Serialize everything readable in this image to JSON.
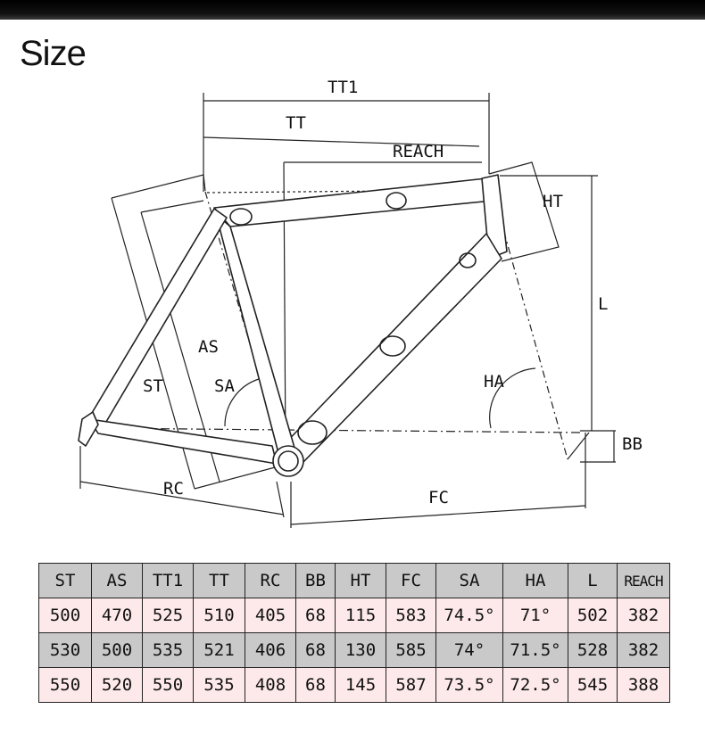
{
  "heading": "Size",
  "diagram_labels": {
    "tt1": "TT1",
    "tt": "TT",
    "reach": "REACH",
    "ht": "HT",
    "l": "L",
    "as": "AS",
    "st": "ST",
    "sa": "SA",
    "ha": "HA",
    "bb": "BB",
    "rc": "RC",
    "fc": "FC"
  },
  "table": {
    "headers": [
      "ST",
      "AS",
      "TT1",
      "TT",
      "RC",
      "BB",
      "HT",
      "FC",
      "SA",
      "HA",
      "L",
      "REACH"
    ],
    "rows": [
      [
        "500",
        "470",
        "525",
        "510",
        "405",
        "68",
        "115",
        "583",
        "74.5°",
        "71°",
        "502",
        "382"
      ],
      [
        "530",
        "500",
        "535",
        "521",
        "406",
        "68",
        "130",
        "585",
        "74°",
        "71.5°",
        "528",
        "382"
      ],
      [
        "550",
        "520",
        "550",
        "535",
        "408",
        "68",
        "145",
        "587",
        "73.5°",
        "72.5°",
        "545",
        "388"
      ]
    ]
  }
}
